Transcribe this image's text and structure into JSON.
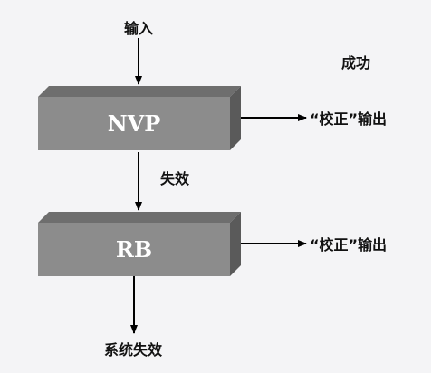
{
  "labels": {
    "input": "输入",
    "success": "成功",
    "failure": "失效",
    "system_failure": "系统失效",
    "corrected_output_1": "“校正”输出",
    "corrected_output_2": "“校正”输出"
  },
  "boxes": {
    "nvp": "NVP",
    "rb": "RB"
  },
  "colors": {
    "background": "#f4f4f6",
    "box_front": "#8c8c8c",
    "box_top": "#6e6e6e",
    "box_side": "#5a5a5a",
    "arrow": "#000000"
  }
}
